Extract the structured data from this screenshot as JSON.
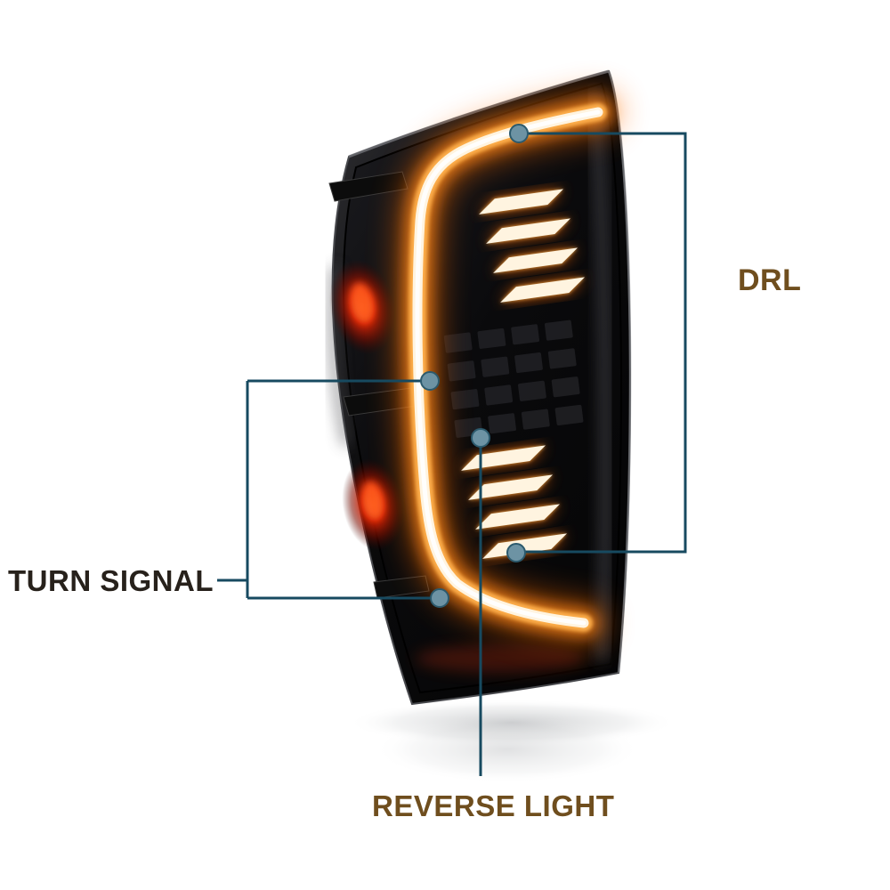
{
  "colors": {
    "background": "#ffffff",
    "callout_line": "#174a60",
    "callout_dot": "#6d93a4",
    "label_drl": "#6f4e1e",
    "label_turn_signal": "#27211b",
    "label_reverse": "#6f4e1e",
    "glow_orange": "#ff6a00",
    "glow_amber": "#ffb14e",
    "glow_core": "#fff4e0",
    "reflector_red": "#e62606",
    "housing_black": "#0a0a0b"
  },
  "callouts": {
    "drl": {
      "label": "DRL"
    },
    "turn_signal": {
      "label": "TURN SIGNAL"
    },
    "reverse_light": {
      "label": "REVERSE LIGHT"
    }
  }
}
